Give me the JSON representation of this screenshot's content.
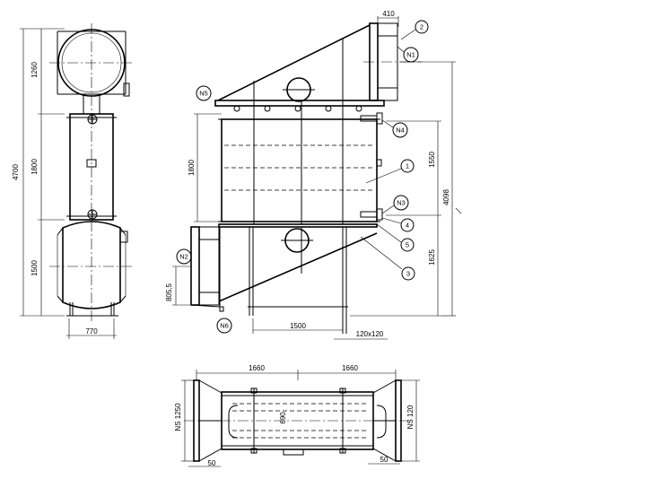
{
  "side_view": {
    "dims": {
      "total_height": "4700",
      "top_h": "1260",
      "mid_h": "1800",
      "bottom_h": "1500",
      "width": "770"
    }
  },
  "front_view": {
    "dims": {
      "duct_width": "410",
      "height_1800": "1800",
      "height_1550": "1550",
      "height_4098": "4098",
      "height_1625": "1625",
      "inlet_h": "805,5",
      "leg_span": "1500",
      "leg_section": "120x120"
    },
    "nozzles": {
      "n1": "N1",
      "n2": "N2",
      "n3": "N3",
      "n4": "N4",
      "n5": "N5",
      "n6": "N6"
    },
    "items": {
      "i1": "1",
      "i2": "2",
      "i3": "3",
      "i4": "4",
      "i5": "5"
    }
  },
  "plan_view": {
    "dims": {
      "left_len": "1660",
      "right_len": "1660",
      "ns_left": "NS 1250",
      "inner": "690",
      "ns_right": "NS 120",
      "flange_left": "50",
      "flange_right": "50"
    }
  }
}
